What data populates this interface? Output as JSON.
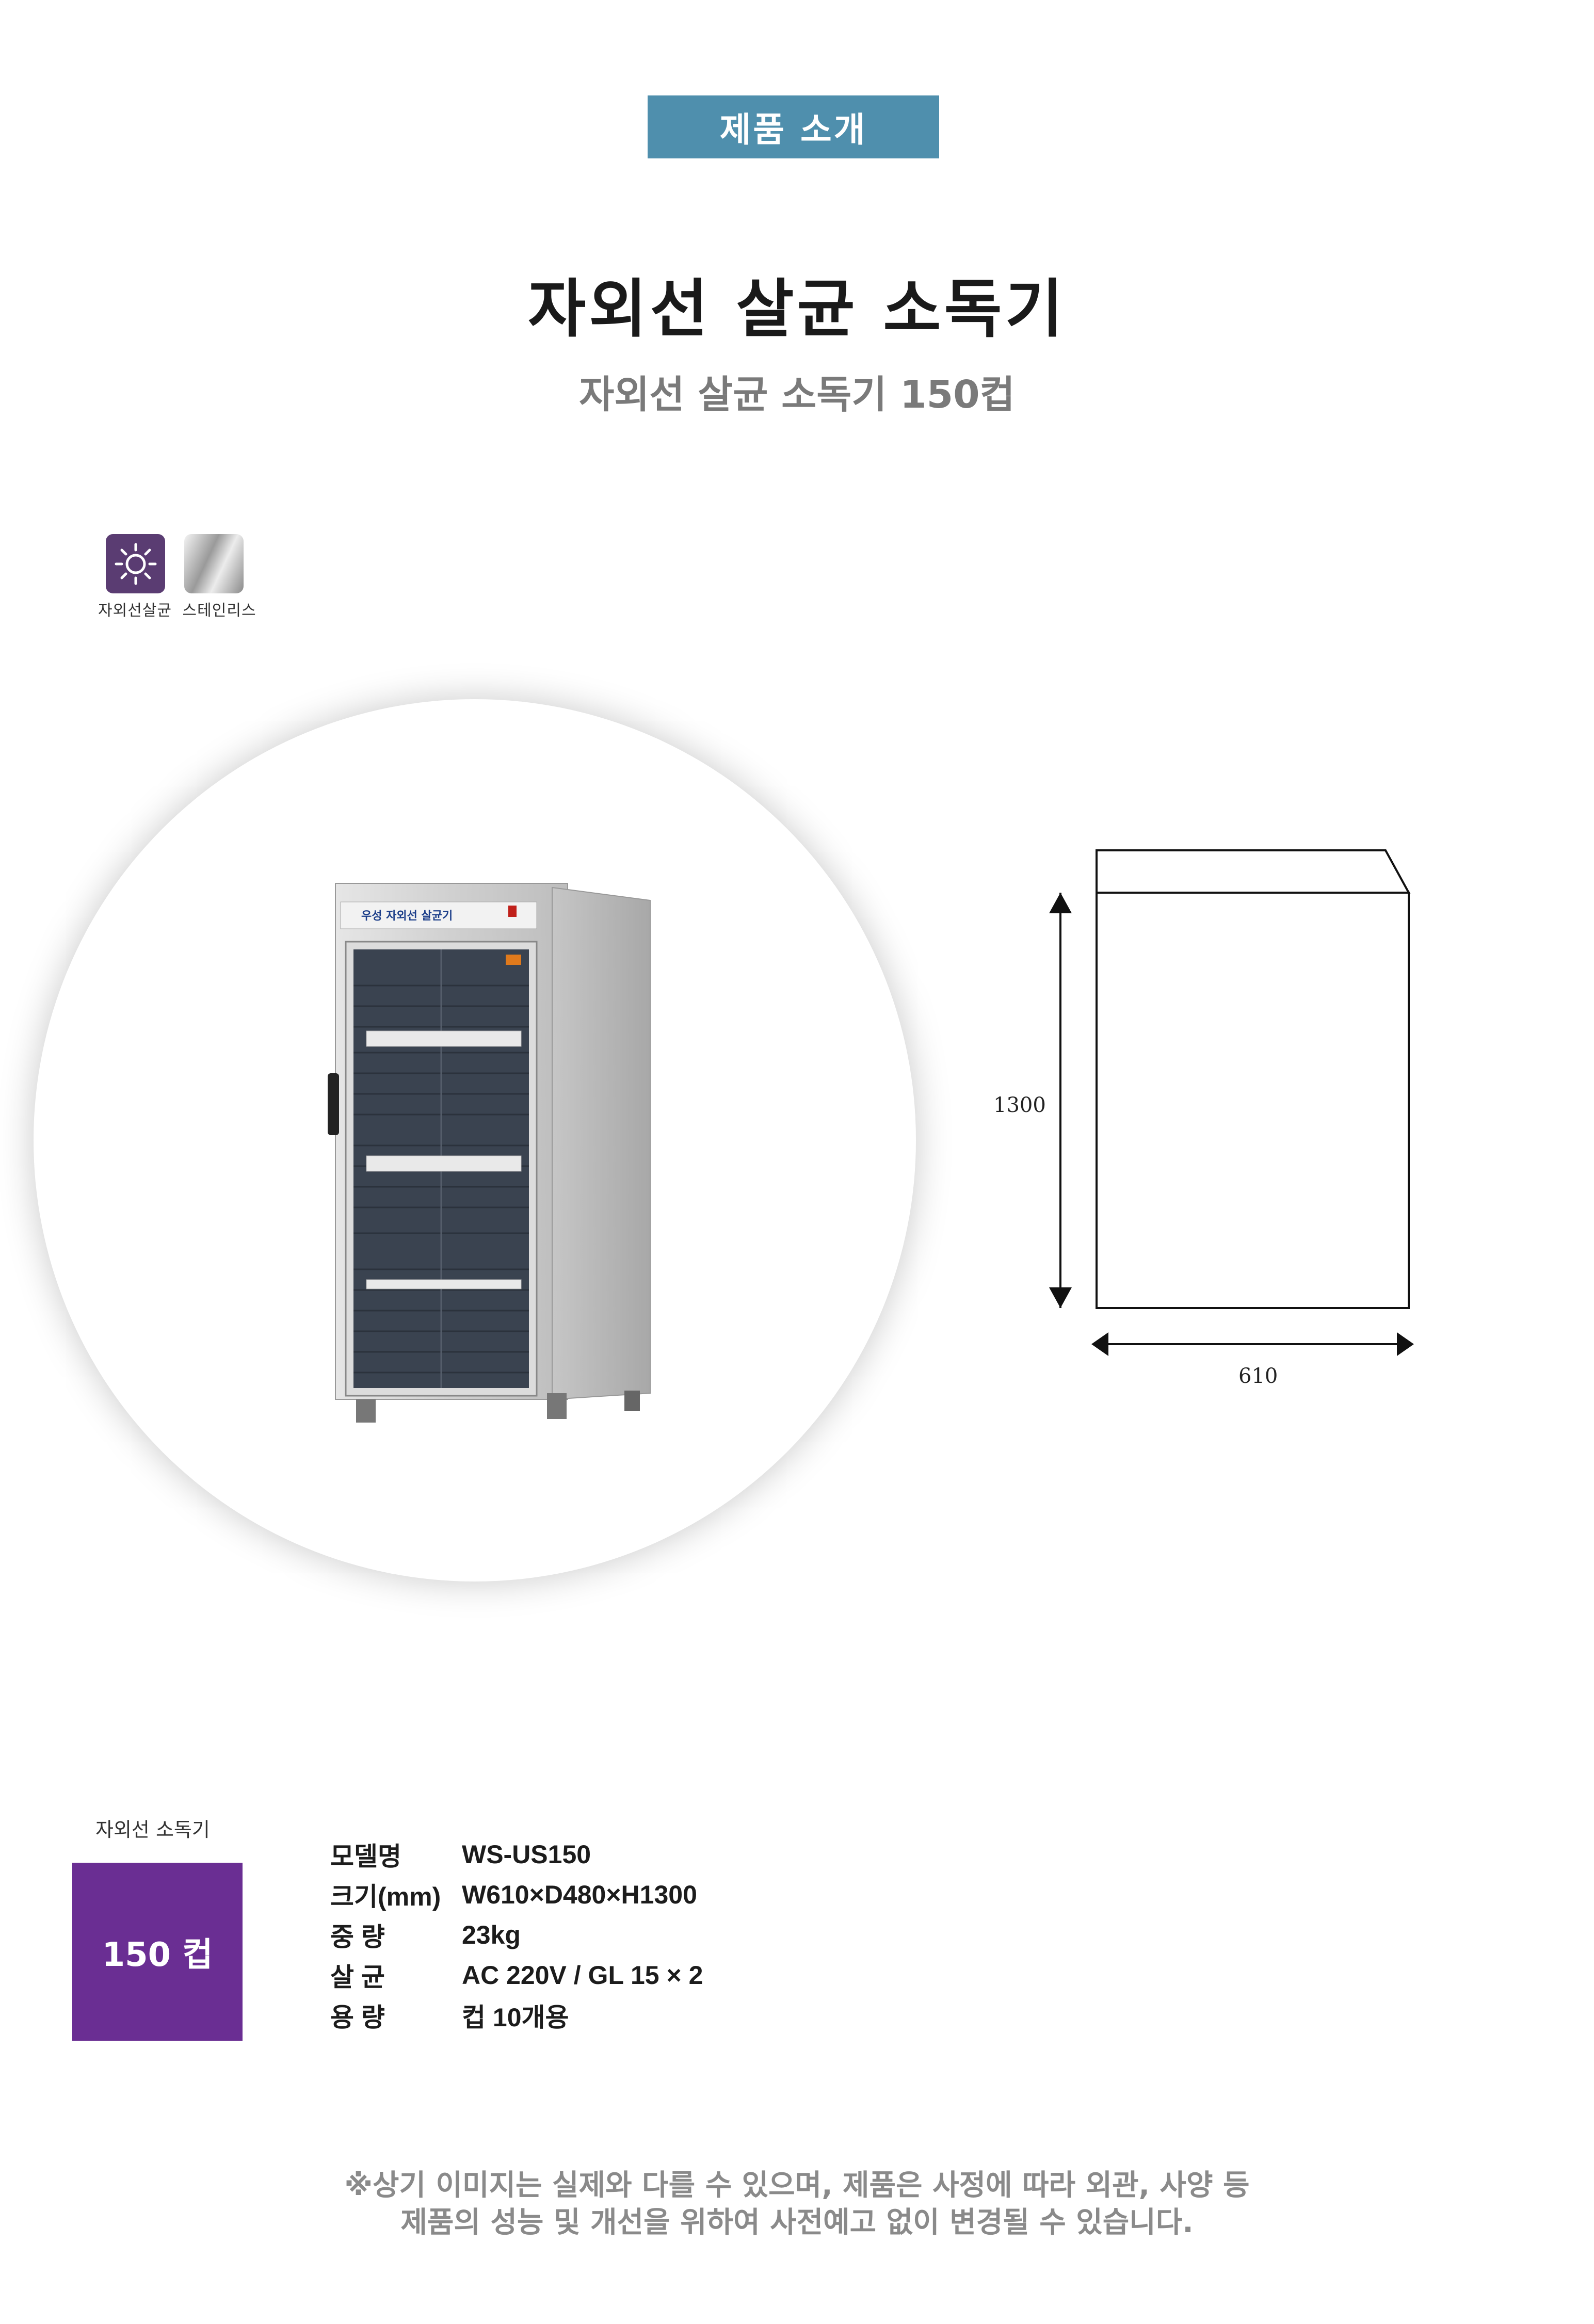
{
  "header": {
    "badge": "제품 소개"
  },
  "title": "자외선 살균 소독기",
  "subtitle": "자외선 살균 소독기 150컵",
  "features": [
    {
      "label": "자외선살균",
      "icon": "sun-icon",
      "color": "#5a3c72"
    },
    {
      "label": "스테인리스",
      "icon": "stainless-swatch"
    }
  ],
  "product_photo": {
    "panel_text": "우성 자외선 살균기"
  },
  "dimensions": {
    "height": "1300",
    "width": "610"
  },
  "category": "자외선 소독기",
  "capacity_badge": "150 컵",
  "specs": [
    {
      "key": "모델명",
      "value": "WS-US150"
    },
    {
      "key": "크기(mm)",
      "value": "W610×D480×H1300"
    },
    {
      "key": "중 량",
      "value": "23kg"
    },
    {
      "key": "살 균",
      "value": "AC 220V / GL 15 × 2"
    },
    {
      "key": "용 량",
      "value": "컵 10개용"
    }
  ],
  "footer": {
    "line1": "※상기 이미지는 실제와 다를 수 있으며, 제품은 사정에 따라 외관, 사양 등",
    "line2": "제품의 성능 및 개선을 위하여 사전예고 없이 변경될 수 있습니다."
  },
  "colors": {
    "badge_blue": "#4f8fad",
    "purple": "#6a2e93"
  }
}
